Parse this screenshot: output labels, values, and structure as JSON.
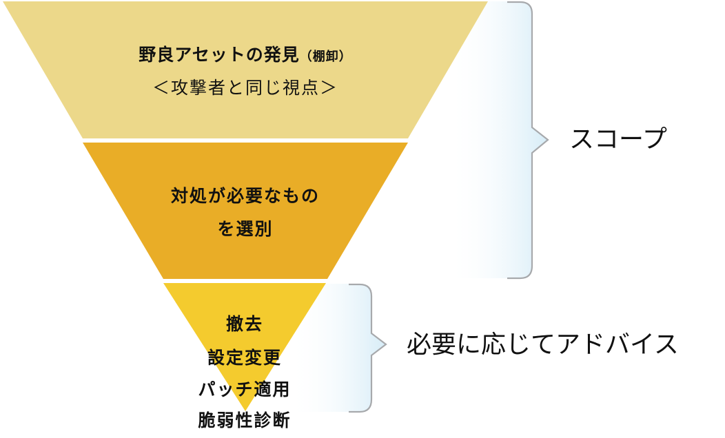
{
  "funnel": {
    "level1": {
      "title": "野良アセットの発見",
      "title_note": "（棚卸）",
      "subtitle": "＜攻撃者と同じ視点＞",
      "color": "#ecd88a"
    },
    "level2": {
      "line1": "対処が必要なもの",
      "line2": "を選別",
      "color": "#e9ad27"
    },
    "level3": {
      "lines": [
        "撤去",
        "設定変更",
        "パッチ適用",
        "脆弱性診断"
      ],
      "color": "#f4cb2e"
    }
  },
  "braces": {
    "scope_label": "スコープ",
    "advice_label": "必要に応じてアドバイス",
    "fill_color": "#d6ecf7",
    "stroke_color": "#a7a9ac"
  }
}
